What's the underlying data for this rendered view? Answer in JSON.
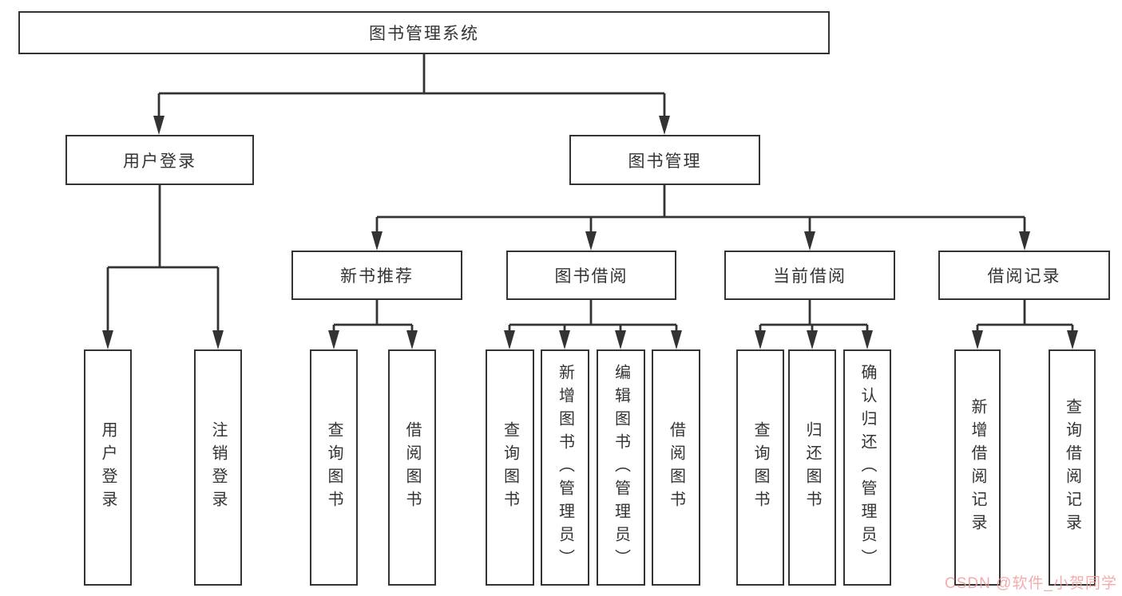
{
  "diagram_title": "图书管理系统",
  "tree": {
    "root": {
      "label": "图书管理系统"
    },
    "level2": [
      {
        "id": "user-login",
        "label": "用户登录"
      },
      {
        "id": "book-management",
        "label": "图书管理"
      }
    ],
    "level3": [
      {
        "id": "new-book-recommend",
        "label": "新书推荐",
        "parent": "book-management"
      },
      {
        "id": "book-borrow",
        "label": "图书借阅",
        "parent": "book-management"
      },
      {
        "id": "current-borrow",
        "label": "当前借阅",
        "parent": "book-management"
      },
      {
        "id": "borrow-record",
        "label": "借阅记录",
        "parent": "book-management"
      }
    ],
    "leaves": [
      {
        "id": "leaf-user-login",
        "label": "用户登录",
        "parent": "user-login"
      },
      {
        "id": "leaf-logout",
        "label": "注销登录",
        "parent": "user-login"
      },
      {
        "id": "leaf-query-books-recommend",
        "label": "查询图书",
        "parent": "new-book-recommend"
      },
      {
        "id": "leaf-borrow-books-recommend",
        "label": "借阅图书",
        "parent": "new-book-recommend"
      },
      {
        "id": "leaf-query-books-borrow",
        "label": "查询图书",
        "parent": "book-borrow"
      },
      {
        "id": "leaf-add-book-admin",
        "label": "新增图书（管理员）",
        "parent": "book-borrow"
      },
      {
        "id": "leaf-edit-book-admin",
        "label": "编辑图书（管理员）",
        "parent": "book-borrow"
      },
      {
        "id": "leaf-borrow-books-borrow",
        "label": "借阅图书",
        "parent": "book-borrow"
      },
      {
        "id": "leaf-query-books-current",
        "label": "查询图书",
        "parent": "current-borrow"
      },
      {
        "id": "leaf-return-book",
        "label": "归还图书",
        "parent": "current-borrow"
      },
      {
        "id": "leaf-confirm-return-admin",
        "label": "确认归还（管理员）",
        "parent": "current-borrow"
      },
      {
        "id": "leaf-add-borrow-record",
        "label": "新增借阅记录",
        "parent": "borrow-record"
      },
      {
        "id": "leaf-query-borrow-record",
        "label": "查询借阅记录",
        "parent": "borrow-record"
      }
    ]
  },
  "watermark": {
    "text": "CSDN @软件_小贺同学",
    "color": "rgba(241,157,157,0.85)"
  },
  "colors": {
    "background": "#ffffff",
    "box_border": "#333333",
    "connector_line": "#333333",
    "text": "#333333"
  }
}
